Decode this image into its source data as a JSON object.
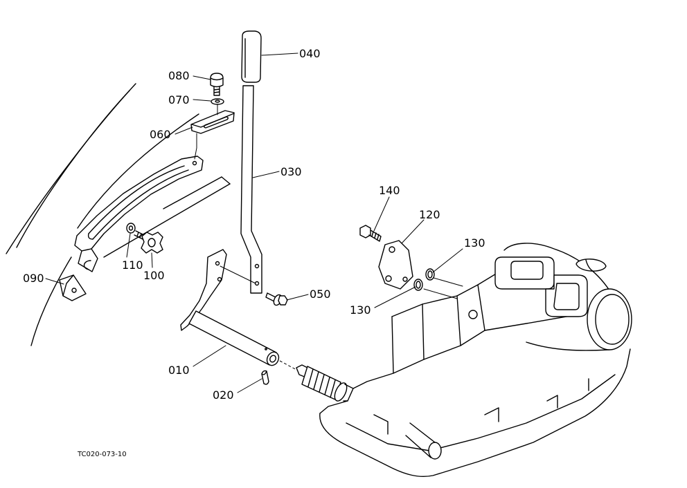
{
  "diagram": {
    "callouts": [
      "040",
      "080",
      "070",
      "060",
      "030",
      "140",
      "120",
      "130",
      "130",
      "050",
      "110",
      "100",
      "090",
      "010",
      "020"
    ],
    "figure_code": "TC020-073-10"
  },
  "colors": {
    "line": "#000000",
    "background": "#ffffff"
  }
}
